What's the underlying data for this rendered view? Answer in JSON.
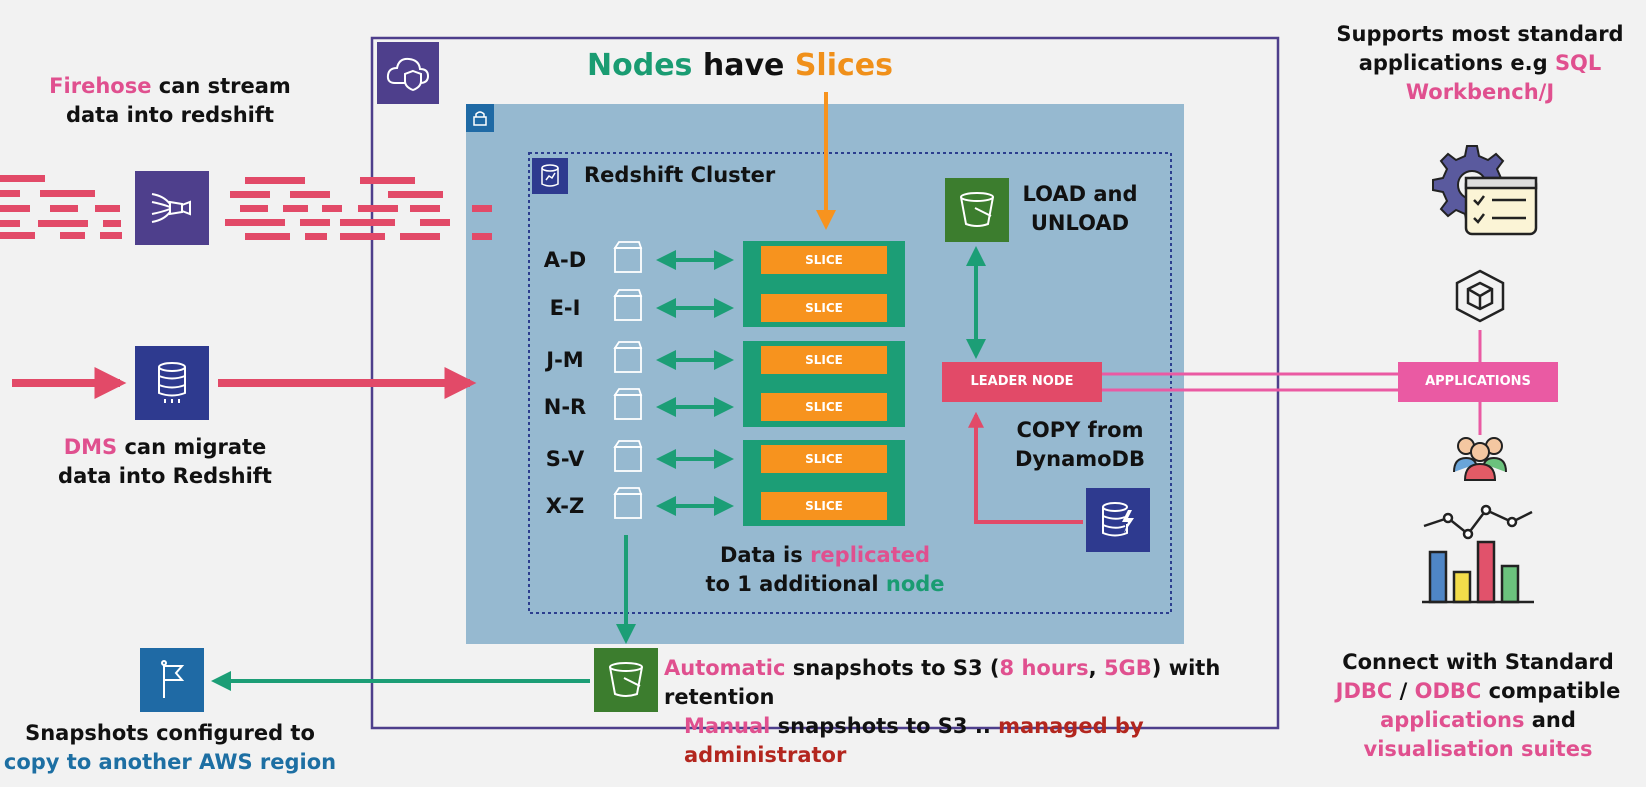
{
  "title": {
    "part1": "Nodes",
    "part2": " have ",
    "part3": "Slices"
  },
  "cluster": {
    "label": "Redshift Cluster"
  },
  "ranges": [
    "A-D",
    "E-I",
    "J-M",
    "N-R",
    "S-V",
    "X-Z"
  ],
  "slice_label": "SLICE",
  "load_unload": {
    "line1": "LOAD and",
    "line2": "UNLOAD"
  },
  "leader_node": "LEADER NODE",
  "copy_dynamo": {
    "line1": "COPY from",
    "line2": "DynamoDB"
  },
  "replication": {
    "p1": "Data is ",
    "p2": "replicated",
    "p3": "to 1 additional ",
    "p4": "node"
  },
  "firehose": {
    "p1": "Firehose",
    "p2": " can stream",
    "p3": "data into redshift"
  },
  "dms": {
    "p1": "DMS",
    "p2": " can migrate",
    "p3": "data into Redshift"
  },
  "snapshots": {
    "auto1": "Automatic",
    "auto2": " snapshots to S3 (",
    "auto3": "8 hours",
    "auto4": ", ",
    "auto5": "5GB",
    "auto6": ") with retention",
    "man1": "Manual",
    "man2": " snapshots to S3 .. ",
    "man3": "managed by administrator"
  },
  "region": {
    "line1": "Snapshots configured to",
    "line2": "copy to another AWS region"
  },
  "supports": {
    "line1": "Supports most standard",
    "line2a": "applications e.g ",
    "line2b": "SQL",
    "line3": "Workbench/J"
  },
  "applications": "APPLICATIONS",
  "connect": {
    "line1": "Connect with Standard",
    "l2a": "JDBC",
    "l2b": " / ",
    "l2c": "ODBC",
    "l2d": " compatible",
    "l3a": "applications",
    "l3b": " and",
    "line4": "visualisation suites"
  },
  "colors": {
    "pink": "#e0508f",
    "green": "#1a9c72",
    "orange": "#f0901a",
    "red": "#e24a68",
    "cluster_bg": "#96b9d0"
  }
}
